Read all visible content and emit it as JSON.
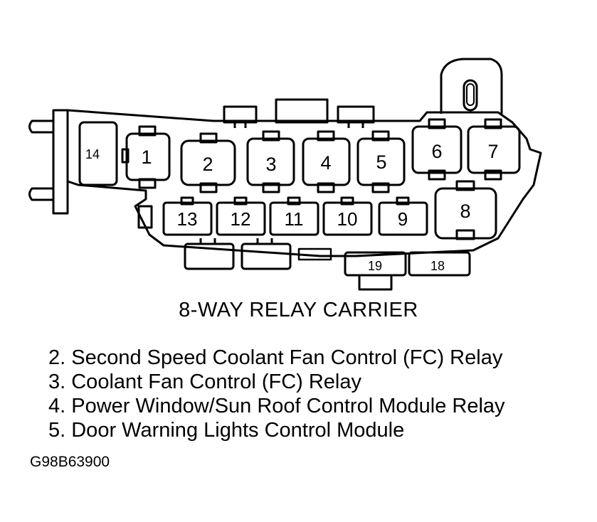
{
  "title": "8-WAY RELAY CARRIER",
  "legend": [
    "2. Second Speed Coolant Fan Control (FC) Relay",
    "3. Coolant Fan Control (FC) Relay",
    "4. Power Window/Sun Roof Control Module Relay",
    "5. Door Warning Lights Control Module"
  ],
  "figure_code": "G98B63900",
  "slots": [
    "1",
    "2",
    "3",
    "4",
    "5",
    "6",
    "7",
    "8",
    "9",
    "10",
    "11",
    "12",
    "13",
    "14",
    "18",
    "19"
  ]
}
